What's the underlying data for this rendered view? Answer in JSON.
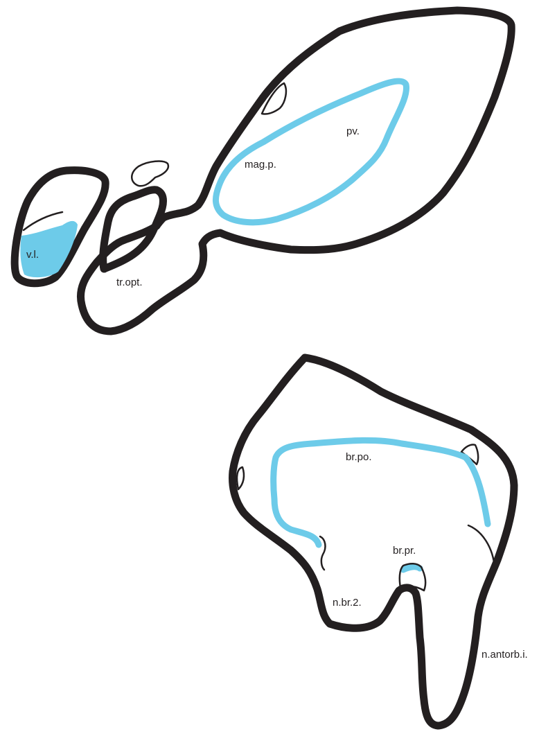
{
  "colors": {
    "outline": "#231f20",
    "highlight": "#6dcbe9",
    "background": "#ffffff"
  },
  "labels": {
    "vl": "v.l.",
    "tr_opt": "tr.opt.",
    "mag_p": "mag.p.",
    "pv": "pv.",
    "br_po": "br.po.",
    "br_pr": "br.pr.",
    "n_br_2": "n.br.2.",
    "n_antorb_i": "n.antorb.i."
  }
}
